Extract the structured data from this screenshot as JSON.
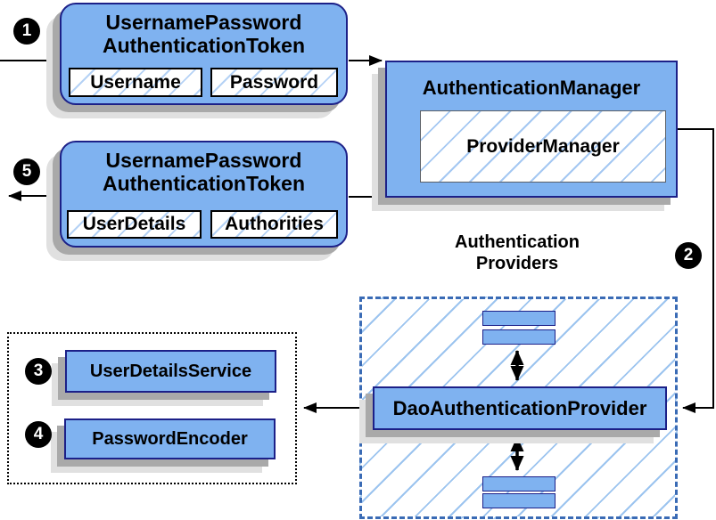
{
  "colors": {
    "node_fill": "#7fb2f0",
    "node_border": "#1c2088",
    "hatch_line": "#9cc4ef",
    "dashed_border": "#3a6bb5",
    "shadow_dark": "#a9a9a9",
    "shadow_light": "#e0e0e0",
    "arrow": "#000000",
    "badge_bg": "#000000",
    "badge_text": "#ffffff"
  },
  "badges": {
    "step1": "1",
    "step2": "2",
    "step3": "3",
    "step4": "4",
    "step5": "5"
  },
  "nodes": {
    "request_token": {
      "title_line1": "UsernamePassword",
      "title_line2": "AuthenticationToken",
      "field1": "Username",
      "field2": "Password"
    },
    "authentication_manager": {
      "title": "AuthenticationManager",
      "inner": "ProviderManager"
    },
    "response_token": {
      "title_line1": "UsernamePassword",
      "title_line2": "AuthenticationToken",
      "field1": "UserDetails",
      "field2": "Authorities"
    },
    "providers_heading": {
      "line1": "Authentication",
      "line2": "Providers"
    },
    "dao_provider": {
      "title": "DaoAuthenticationProvider"
    },
    "user_details_service": {
      "title": "UserDetailsService"
    },
    "password_encoder": {
      "title": "PasswordEncoder"
    }
  }
}
